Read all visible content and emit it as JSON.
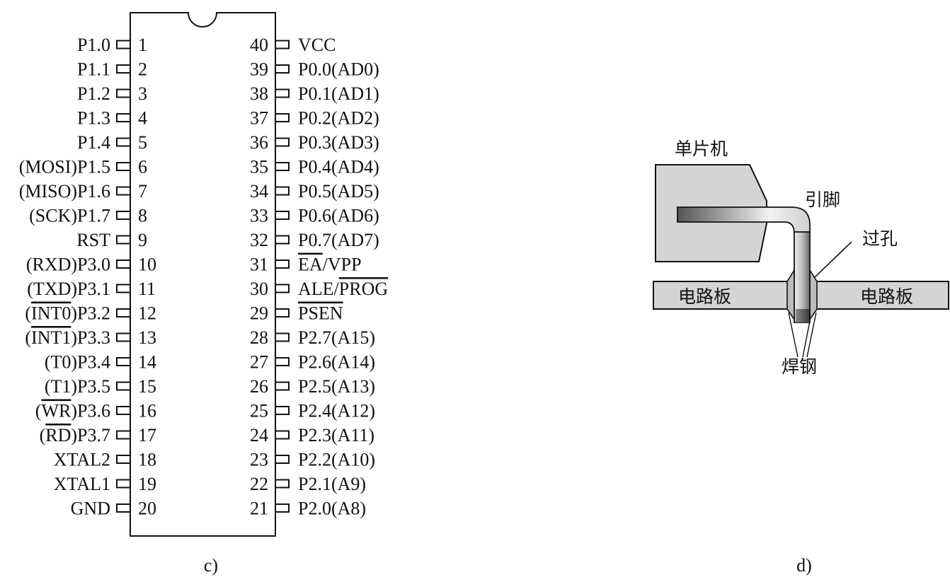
{
  "pinout": {
    "left_pins": [
      {
        "num": "1",
        "prefix": "",
        "prefix_bar": "",
        "suffix": "",
        "name": "P1.0"
      },
      {
        "num": "2",
        "prefix": "",
        "prefix_bar": "",
        "suffix": "",
        "name": "P1.1"
      },
      {
        "num": "3",
        "prefix": "",
        "prefix_bar": "",
        "suffix": "",
        "name": "P1.2"
      },
      {
        "num": "4",
        "prefix": "",
        "prefix_bar": "",
        "suffix": "",
        "name": "P1.3"
      },
      {
        "num": "5",
        "prefix": "",
        "prefix_bar": "",
        "suffix": "",
        "name": "P1.4"
      },
      {
        "num": "6",
        "prefix": "(MOSI)",
        "prefix_bar": "",
        "suffix": "",
        "name": "P1.5"
      },
      {
        "num": "7",
        "prefix": "(MISO)",
        "prefix_bar": "",
        "suffix": "",
        "name": "P1.6"
      },
      {
        "num": "8",
        "prefix": "(SCK)",
        "prefix_bar": "",
        "suffix": "",
        "name": "P1.7"
      },
      {
        "num": "9",
        "prefix": "",
        "prefix_bar": "",
        "suffix": "",
        "name": "RST"
      },
      {
        "num": "10",
        "prefix": "(RXD)",
        "prefix_bar": "",
        "suffix": "",
        "name": "P3.0"
      },
      {
        "num": "11",
        "prefix": "(TXD)",
        "prefix_bar": "",
        "suffix": "",
        "name": "P3.1"
      },
      {
        "num": "12",
        "prefix": "(",
        "prefix_bar": "INT0",
        "suffix": ")",
        "name": "P3.2"
      },
      {
        "num": "13",
        "prefix": "(",
        "prefix_bar": "INT1",
        "suffix": ")",
        "name": "P3.3"
      },
      {
        "num": "14",
        "prefix": "(T0)",
        "prefix_bar": "",
        "suffix": "",
        "name": "P3.4"
      },
      {
        "num": "15",
        "prefix": "(T1)",
        "prefix_bar": "",
        "suffix": "",
        "name": "P3.5"
      },
      {
        "num": "16",
        "prefix": "(",
        "prefix_bar": "WR",
        "suffix": ")",
        "name": "P3.6"
      },
      {
        "num": "17",
        "prefix": "(",
        "prefix_bar": "RD",
        "suffix": ")",
        "name": "P3.7"
      },
      {
        "num": "18",
        "prefix": "",
        "prefix_bar": "",
        "suffix": "",
        "name": "XTAL2"
      },
      {
        "num": "19",
        "prefix": "",
        "prefix_bar": "",
        "suffix": "",
        "name": "XTAL1"
      },
      {
        "num": "20",
        "prefix": "",
        "prefix_bar": "",
        "suffix": "",
        "name": "GND"
      }
    ],
    "right_pins": [
      {
        "num": "40",
        "bar": "",
        "name": "VCC"
      },
      {
        "num": "39",
        "bar": "",
        "name": "P0.0(AD0)"
      },
      {
        "num": "38",
        "bar": "",
        "name": "P0.1(AD1)"
      },
      {
        "num": "37",
        "bar": "",
        "name": "P0.2(AD2)"
      },
      {
        "num": "36",
        "bar": "",
        "name": "P0.3(AD3)"
      },
      {
        "num": "35",
        "bar": "",
        "name": "P0.4(AD4)"
      },
      {
        "num": "34",
        "bar": "",
        "name": "P0.5(AD5)"
      },
      {
        "num": "33",
        "bar": "",
        "name": "P0.6(AD6)"
      },
      {
        "num": "32",
        "bar": "",
        "name": "P0.7(AD7)"
      },
      {
        "num": "31",
        "bar": "EA",
        "name": "/VPP"
      },
      {
        "num": "30",
        "bar": "",
        "name": "ALE/",
        "bar_after": "PROG"
      },
      {
        "num": "29",
        "bar": "PSEN",
        "name": ""
      },
      {
        "num": "28",
        "bar": "",
        "name": "P2.7(A15)"
      },
      {
        "num": "27",
        "bar": "",
        "name": "P2.6(A14)"
      },
      {
        "num": "26",
        "bar": "",
        "name": "P2.5(A13)"
      },
      {
        "num": "25",
        "bar": "",
        "name": "P2.4(A12)"
      },
      {
        "num": "24",
        "bar": "",
        "name": "P2.3(A11)"
      },
      {
        "num": "23",
        "bar": "",
        "name": "P2.2(A10)"
      },
      {
        "num": "22",
        "bar": "",
        "name": "P2.1(A9)"
      },
      {
        "num": "21",
        "bar": "",
        "name": "P2.0(A8)"
      }
    ],
    "caption": "c)"
  },
  "mount": {
    "mcu_label": "单片机",
    "pin_label": "引脚",
    "via_label": "过孔",
    "board_left_label": "电路板",
    "board_right_label": "电路板",
    "solder_label": "焊钢",
    "caption": "d)"
  },
  "colors": {
    "ink": "#111111",
    "body_fill": "#d4d4d4",
    "board_fill": "#d4d4d4",
    "pin_dark": "#555555",
    "pin_light": "#f2f2f2"
  }
}
